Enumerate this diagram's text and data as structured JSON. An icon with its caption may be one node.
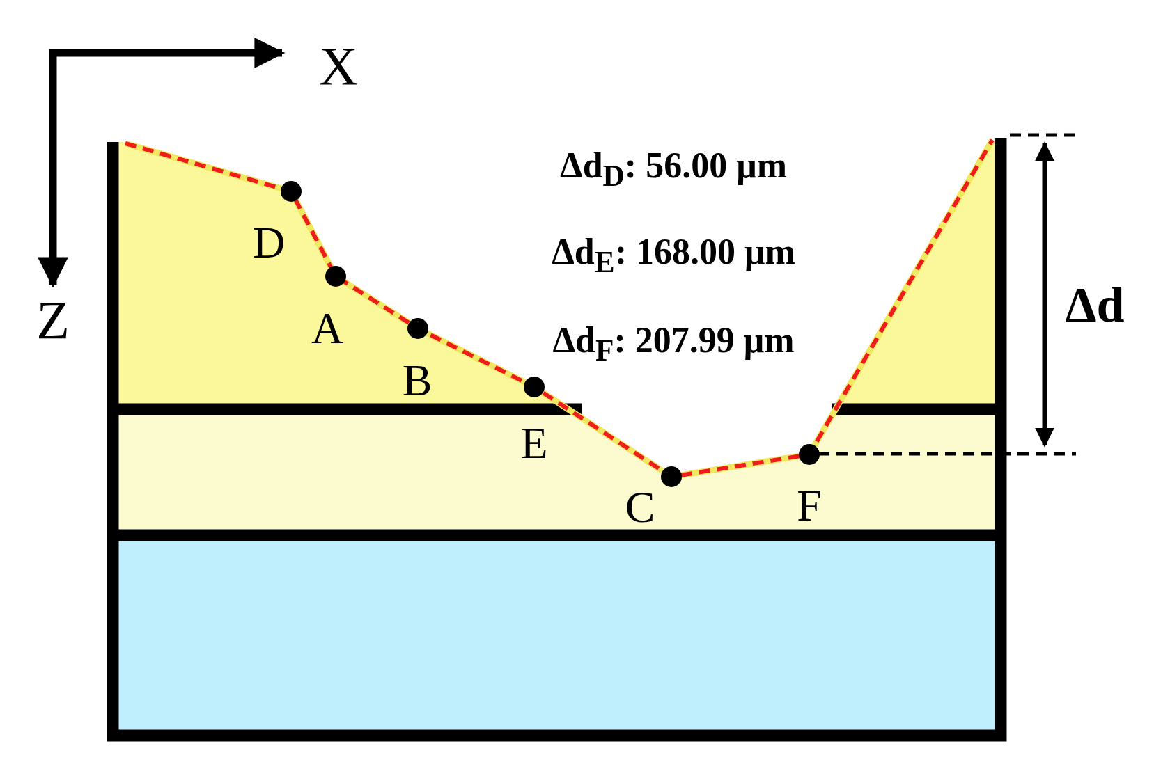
{
  "diagram": {
    "labels": [
      "X",
      "Z",
      "Δd$_{D}$: 56.00 μm",
      "Δd$_{E}$: 168.00 μm",
      "Δd$_{F}$: 207.99 μm",
      "Δd",
      "D",
      "A",
      "B",
      "E",
      "C",
      "F"
    ]
  }
}
